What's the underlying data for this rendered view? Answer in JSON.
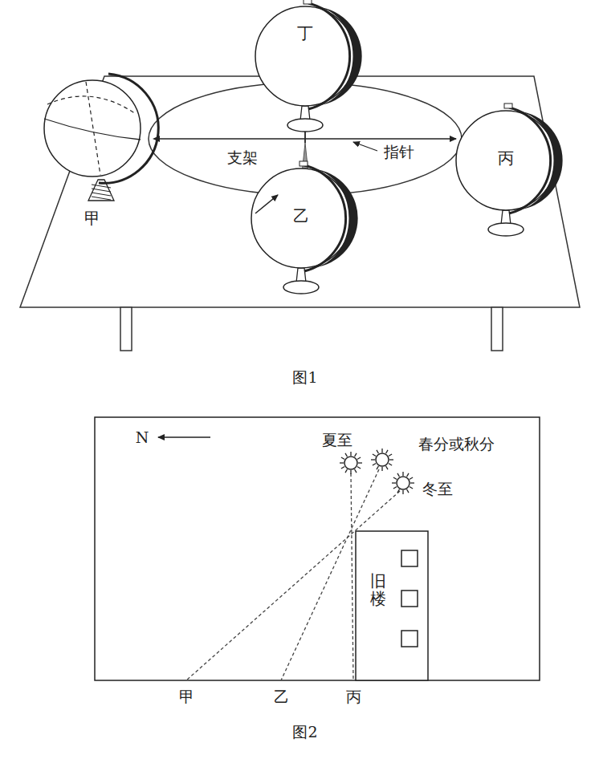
{
  "diagram": {
    "nodes": [
      {
        "text": [
          "甲"
        ]
      },
      {
        "text": [
          "丁"
        ]
      },
      {
        "text": [
          "乙"
        ]
      },
      {
        "text": [
          "丙"
        ]
      },
      {
        "text": [
          "旧楼"
        ]
      }
    ],
    "labels": [
      "支架",
      "指针",
      "图1",
      "N",
      "夏至",
      "春分或秋分",
      "冬至",
      "甲",
      "乙",
      "丙",
      "图2"
    ]
  }
}
